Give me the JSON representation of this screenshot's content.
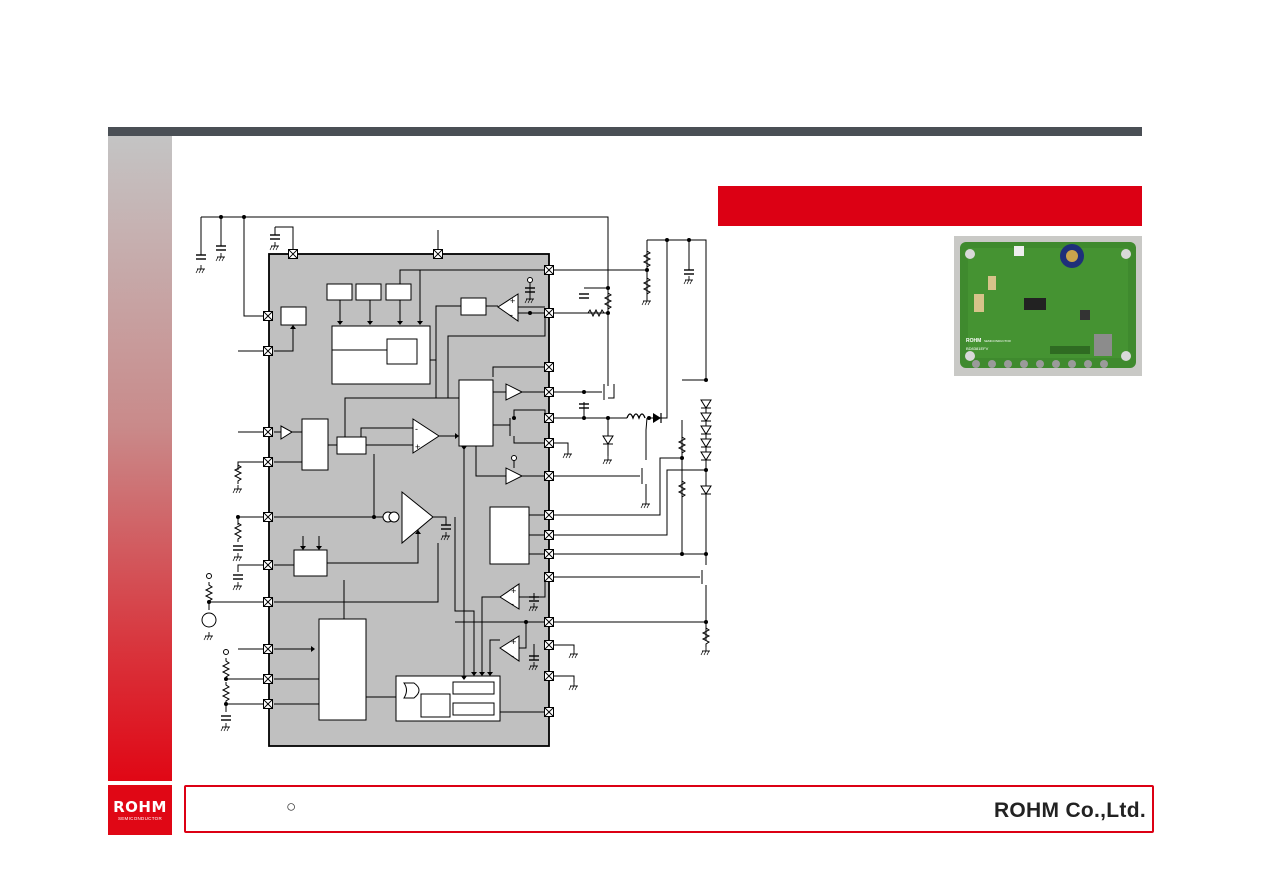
{
  "logo": {
    "main": "ROHM",
    "sub": "SEMICONDUCTOR"
  },
  "footer": {
    "mark": "○",
    "company": "ROHM  Co.,Ltd."
  },
  "photo": {
    "board_label": "ROHM",
    "board_sub": "SEMICONDUCTOR",
    "part": "BD8381EFV"
  },
  "colors": {
    "accent": "#dc0014",
    "bar": "#4a4f55",
    "chip": "#c0c0c0"
  }
}
